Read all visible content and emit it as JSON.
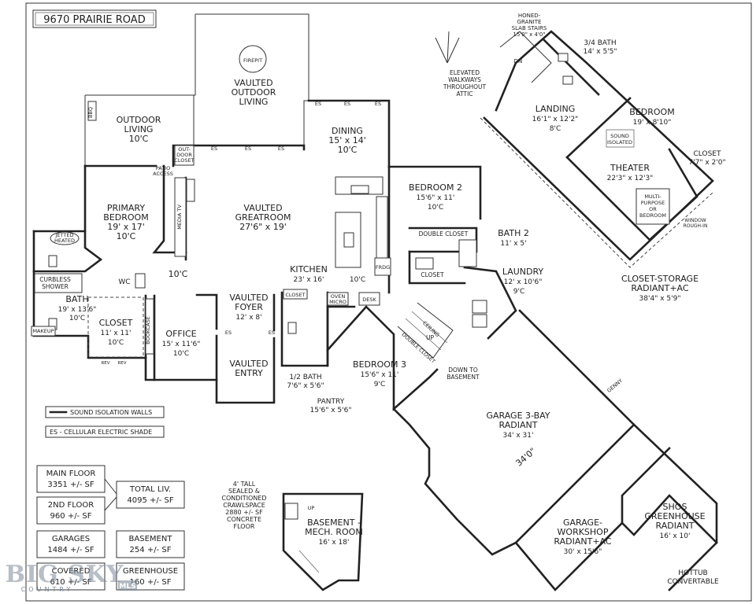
{
  "title": "9670 PRAIRIE ROAD",
  "rooms": {
    "vaulted_outdoor_living": [
      "VAULTED",
      "OUTDOOR",
      "LIVING"
    ],
    "firepit": "FIREPIT",
    "outdoor_living": [
      "OUTDOOR",
      "LIVING",
      "10'C"
    ],
    "dining": [
      "DINING",
      "15' x 14'",
      "10'C"
    ],
    "outdoor_closet": [
      "OUT-",
      "DOOR",
      "CLOSET"
    ],
    "patio_access": [
      "PATIO",
      "ACCESS"
    ],
    "bbq": "BBQ",
    "primary_bedroom": [
      "PRIMARY",
      "BEDROOM",
      "19' x 17'",
      "10'C"
    ],
    "vaulted_greatroom": [
      "VAULTED",
      "GREATROOM",
      "27'6\" x 19'"
    ],
    "media_tv": "MEDIA TV",
    "jetted_heated": [
      "JETTED",
      "HEATED"
    ],
    "curbless_shower": [
      "CURBLESS",
      "SHOWER"
    ],
    "bath": [
      "BATH",
      "19' x 13'6\"",
      "10'C"
    ],
    "wc": "WC",
    "closet_primary": [
      "CLOSET",
      "11' x 11'",
      "10'C"
    ],
    "makeup": "MAKEUP",
    "bookcase": "BOOKCASE",
    "hall_ceiling": "10'C",
    "office": [
      "OFFICE",
      "15' x 11'6\"",
      "10'C"
    ],
    "vaulted_foyer": [
      "VAULTED",
      "FOYER",
      "12' x 8'"
    ],
    "vaulted_entry": [
      "VAULTED",
      "ENTRY"
    ],
    "kitchen": [
      "KITCHEN",
      "23' x 16'",
      "10'C"
    ],
    "frdg": "FRDG",
    "oven_micro": [
      "OVEN",
      "MICRO"
    ],
    "desk": "DESK",
    "closet_foyer": "CLOSET",
    "half_bath": [
      "1/2 BATH",
      "7'6\" x 5'6\""
    ],
    "pantry": [
      "PANTRY",
      "15'6\" x 5'6\""
    ],
    "bedroom2": [
      "BEDROOM 2",
      "15'6\" x 11'",
      "10'C"
    ],
    "double_closet": "DOUBLE CLOSET",
    "bath2": [
      "BATH 2",
      "11' x 5'"
    ],
    "closet_b2": "CLOSET",
    "laundry": [
      "LAUNDRY",
      "12' x 10'6\"",
      "9'C"
    ],
    "bedroom3": [
      "BEDROOM 3",
      "15'6\" x 11'",
      "9'C"
    ],
    "double_closet_b3": "DOUBLE CLOSET",
    "up": "UP",
    "ceiling_note": "CEILING",
    "down_to_basement": [
      "DOWN TO",
      "BASEMENT"
    ],
    "garage3": [
      "GARAGE 3-BAY",
      "RADIANT",
      "34' x 31'"
    ],
    "garage_dim": "34'0\"",
    "genny": "GENNY",
    "garage_workshop": [
      "GARAGE-",
      "WORKSHOP",
      "RADIANT+AC",
      "30' x 15'6\""
    ],
    "greenhouse": [
      "SHOS",
      "GREENHOUSE",
      "RADIANT",
      "16' x 10'"
    ],
    "hottub": [
      "HOTTUB",
      "CONVERTABLE"
    ],
    "crawlspace": [
      "4' TALL",
      "SEALED &",
      "CONDITIONED",
      "CRAWLSPACE",
      "2880 +/- SF",
      "CONCRETE",
      "FLOOR"
    ],
    "basement_mech": [
      "BASEMENT -",
      "MECH. ROOM",
      "16' x 18'"
    ],
    "basement_up": "UP",
    "honed_granite": [
      "HONED-",
      "GRANITE",
      "SLAB STAIRS",
      "15'0\" x 4'0\""
    ],
    "dn": "DN",
    "three_quarter_bath": [
      "3/4 BATH",
      "14' x 5'5\""
    ],
    "elevated_walkways": [
      "ELEVATED",
      "WALKWAYS",
      "THROUGHOUT",
      "ATTIC"
    ],
    "landing": [
      "LANDING",
      "16'1\" x 12'2\"",
      "8'C"
    ],
    "bedroom_upper": [
      "BEDROOM",
      "19' x 8'10\""
    ],
    "sound_isolated": [
      "SOUND",
      "ISOLATED"
    ],
    "theater": [
      "THEATER",
      "22'3\" x 12'3\""
    ],
    "closet_upper": [
      "CLOSET",
      "7'7\" x 2'0\""
    ],
    "multi_purpose": [
      "MULTI-",
      "PURPOSE",
      "OR",
      "BEDROOM"
    ],
    "window_rough_in": [
      "WINDOW",
      "ROUGH-IN"
    ],
    "closet_storage": [
      "CLOSET-STORAGE",
      "RADIANT+AC",
      "38'4\" x 5'9\""
    ],
    "es": "ES",
    "rev": "REV"
  },
  "legend": {
    "sound_isolation": "SOUND ISOLATION WALLS",
    "cellular_shade": "ES - CELLULAR ELECTRIC SHADE"
  },
  "areas": {
    "main_floor": [
      "MAIN FLOOR",
      "3351 +/- SF"
    ],
    "total_liv": [
      "TOTAL LIV.",
      "4095 +/- SF"
    ],
    "second_floor": [
      "2ND FLOOR",
      "960 +/- SF"
    ],
    "garages": [
      "GARAGES",
      "1484 +/- SF"
    ],
    "basement": [
      "BASEMENT",
      "254 +/- SF"
    ],
    "covered": [
      "COVERED",
      "610 +/- SF"
    ],
    "greenhouse": [
      "GREENHOUSE",
      "160 +/- SF"
    ]
  },
  "watermark": {
    "brand": "BIG SKY",
    "tag": "MLS",
    "sub": "COUNTRY"
  }
}
